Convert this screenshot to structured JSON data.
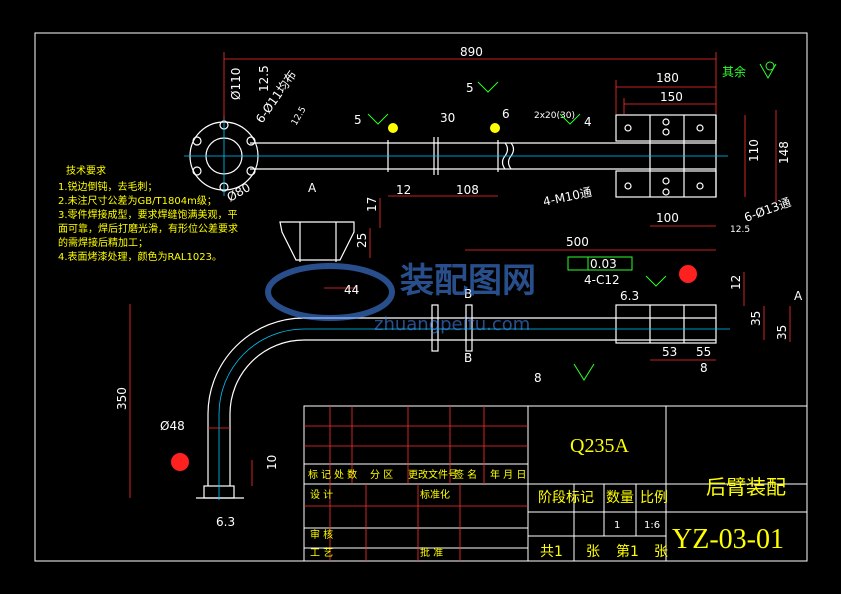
{
  "drawing": {
    "material": "Q235A",
    "name": "后臂装配",
    "number": "YZ-03-01",
    "scale": "1:6",
    "quantity": "1",
    "watermark_cn": "装配图网",
    "watermark_url": "zhuangpeitu.com",
    "roughness_rest": "其余"
  },
  "title_block": {
    "h_mark": "标 记",
    "h_count": "处 数",
    "h_zone": "分  区",
    "h_change": "更改文件号",
    "h_sign": "签 名",
    "h_date": "年 月 日",
    "design": "设  计",
    "standard": "标准化",
    "review": "审  核",
    "process": "工  艺",
    "approve": "批  准",
    "stage": "阶段标记",
    "weight": "数量",
    "ratio": "比例",
    "total": "共1",
    "sheets": "张",
    "sheet_no": "第1",
    "sheets2": "张"
  },
  "notes": {
    "title": "技术要求",
    "lines": [
      "1.锐边倒钝，去毛刺；",
      "2.未注尺寸公差为GB/T1804m级；",
      "3.零件焊接成型，要求焊缝饱满美观，平",
      "  面可靠，焊后打磨光滑，有形位公差要求",
      "  的需焊接后精加工；",
      "4.表面烤漆处理，颜色为RAL1023。"
    ]
  },
  "dims": {
    "d890": "890",
    "d180": "180",
    "d150": "150",
    "d110": "110",
    "d148": "148",
    "d100": "100",
    "d500": "500",
    "d12a": "12",
    "d108": "108",
    "d30": "30",
    "d6": "6",
    "d2x20": "2x20(30)",
    "d4": "4",
    "d5": "5",
    "dphi110": "Ø110",
    "d12_5": "12.5",
    "d6phi11": "6-Ø11均布",
    "d12_5b": "12.5",
    "dphi80": "Ø80",
    "dA": "A",
    "d4m10": "4-M10通",
    "d6phi13": "6-Ø13通",
    "d12_5c": "12.5",
    "d17": "17",
    "d25": "25",
    "d44": "44",
    "d0_03": "0.03",
    "d4c12": "4-C12",
    "d6_3": "6.3",
    "dB": "B",
    "d12b": "12",
    "d35": "35",
    "d35b": "35",
    "dA2": "A",
    "d53": "53",
    "d55": "55",
    "d8": "8",
    "d8b": "8",
    "d5b": "5",
    "d350": "350",
    "dphi48": "Ø48",
    "d10": "10",
    "d6_3b": "6.3",
    "dBtop": "B",
    "dBbot": "B",
    "dA3": "A"
  }
}
